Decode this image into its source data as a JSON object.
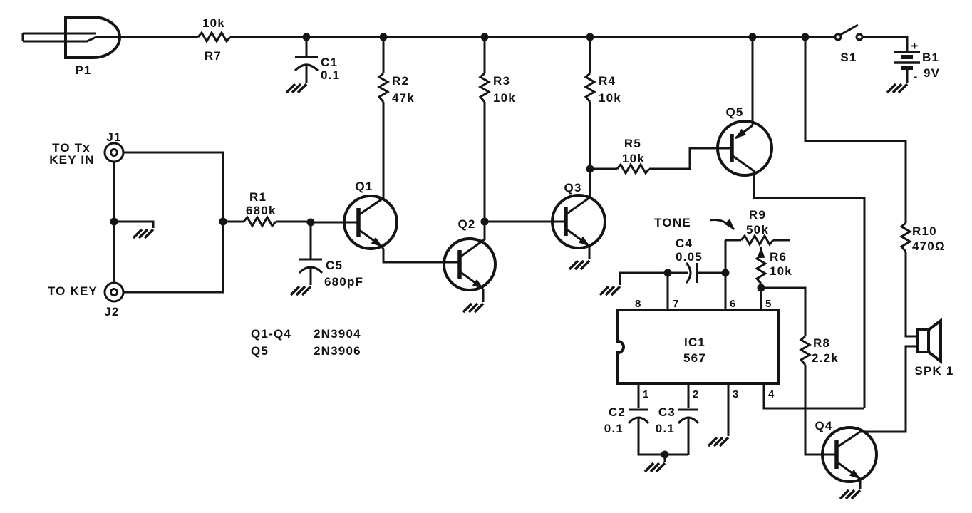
{
  "c": {
    "p1": {
      "ref": "P1"
    },
    "r7": {
      "ref": "R7",
      "val": "10k"
    },
    "c1": {
      "ref": "C1",
      "val": "0.1"
    },
    "r2": {
      "ref": "R2",
      "val": "47k"
    },
    "r3": {
      "ref": "R3",
      "val": "10k"
    },
    "r4": {
      "ref": "R4",
      "val": "10k"
    },
    "r5": {
      "ref": "R5",
      "val": "10k"
    },
    "q1": {
      "ref": "Q1"
    },
    "q2": {
      "ref": "Q2"
    },
    "q3": {
      "ref": "Q3"
    },
    "q4": {
      "ref": "Q4"
    },
    "q5": {
      "ref": "Q5"
    },
    "j1": {
      "ref": "J1",
      "l1": "TO Tx",
      "l2": "KEY IN"
    },
    "j2": {
      "ref": "J2",
      "l1": "TO KEY"
    },
    "r1": {
      "ref": "R1",
      "val": "680k"
    },
    "c5": {
      "ref": "C5",
      "val": "680pF"
    },
    "tone": "TONE",
    "r9": {
      "ref": "R9",
      "val": "50k"
    },
    "r6": {
      "ref": "R6",
      "val": "10k"
    },
    "c4": {
      "ref": "C4",
      "val": "0.05"
    },
    "ic1": {
      "ref": "IC1",
      "part": "567",
      "p1": "1",
      "p2": "2",
      "p3": "3",
      "p4": "4",
      "p5": "5",
      "p6": "6",
      "p7": "7",
      "p8": "8"
    },
    "c2": {
      "ref": "C2",
      "val": "0.1"
    },
    "c3": {
      "ref": "C3",
      "val": "0.1"
    },
    "r8": {
      "ref": "R8",
      "val": "2.2k"
    },
    "r10": {
      "ref": "R10",
      "val": "470Ω"
    },
    "s1": {
      "ref": "S1"
    },
    "b1": {
      "ref": "B1",
      "val": "9V",
      "plus": "+",
      "minus": "-"
    },
    "spk1": {
      "ref": "SPK 1"
    }
  },
  "notes": {
    "row1_refs": "Q1-Q4",
    "row1_part": "2N3904",
    "row2_refs": "Q5",
    "row2_part": "2N3906"
  }
}
